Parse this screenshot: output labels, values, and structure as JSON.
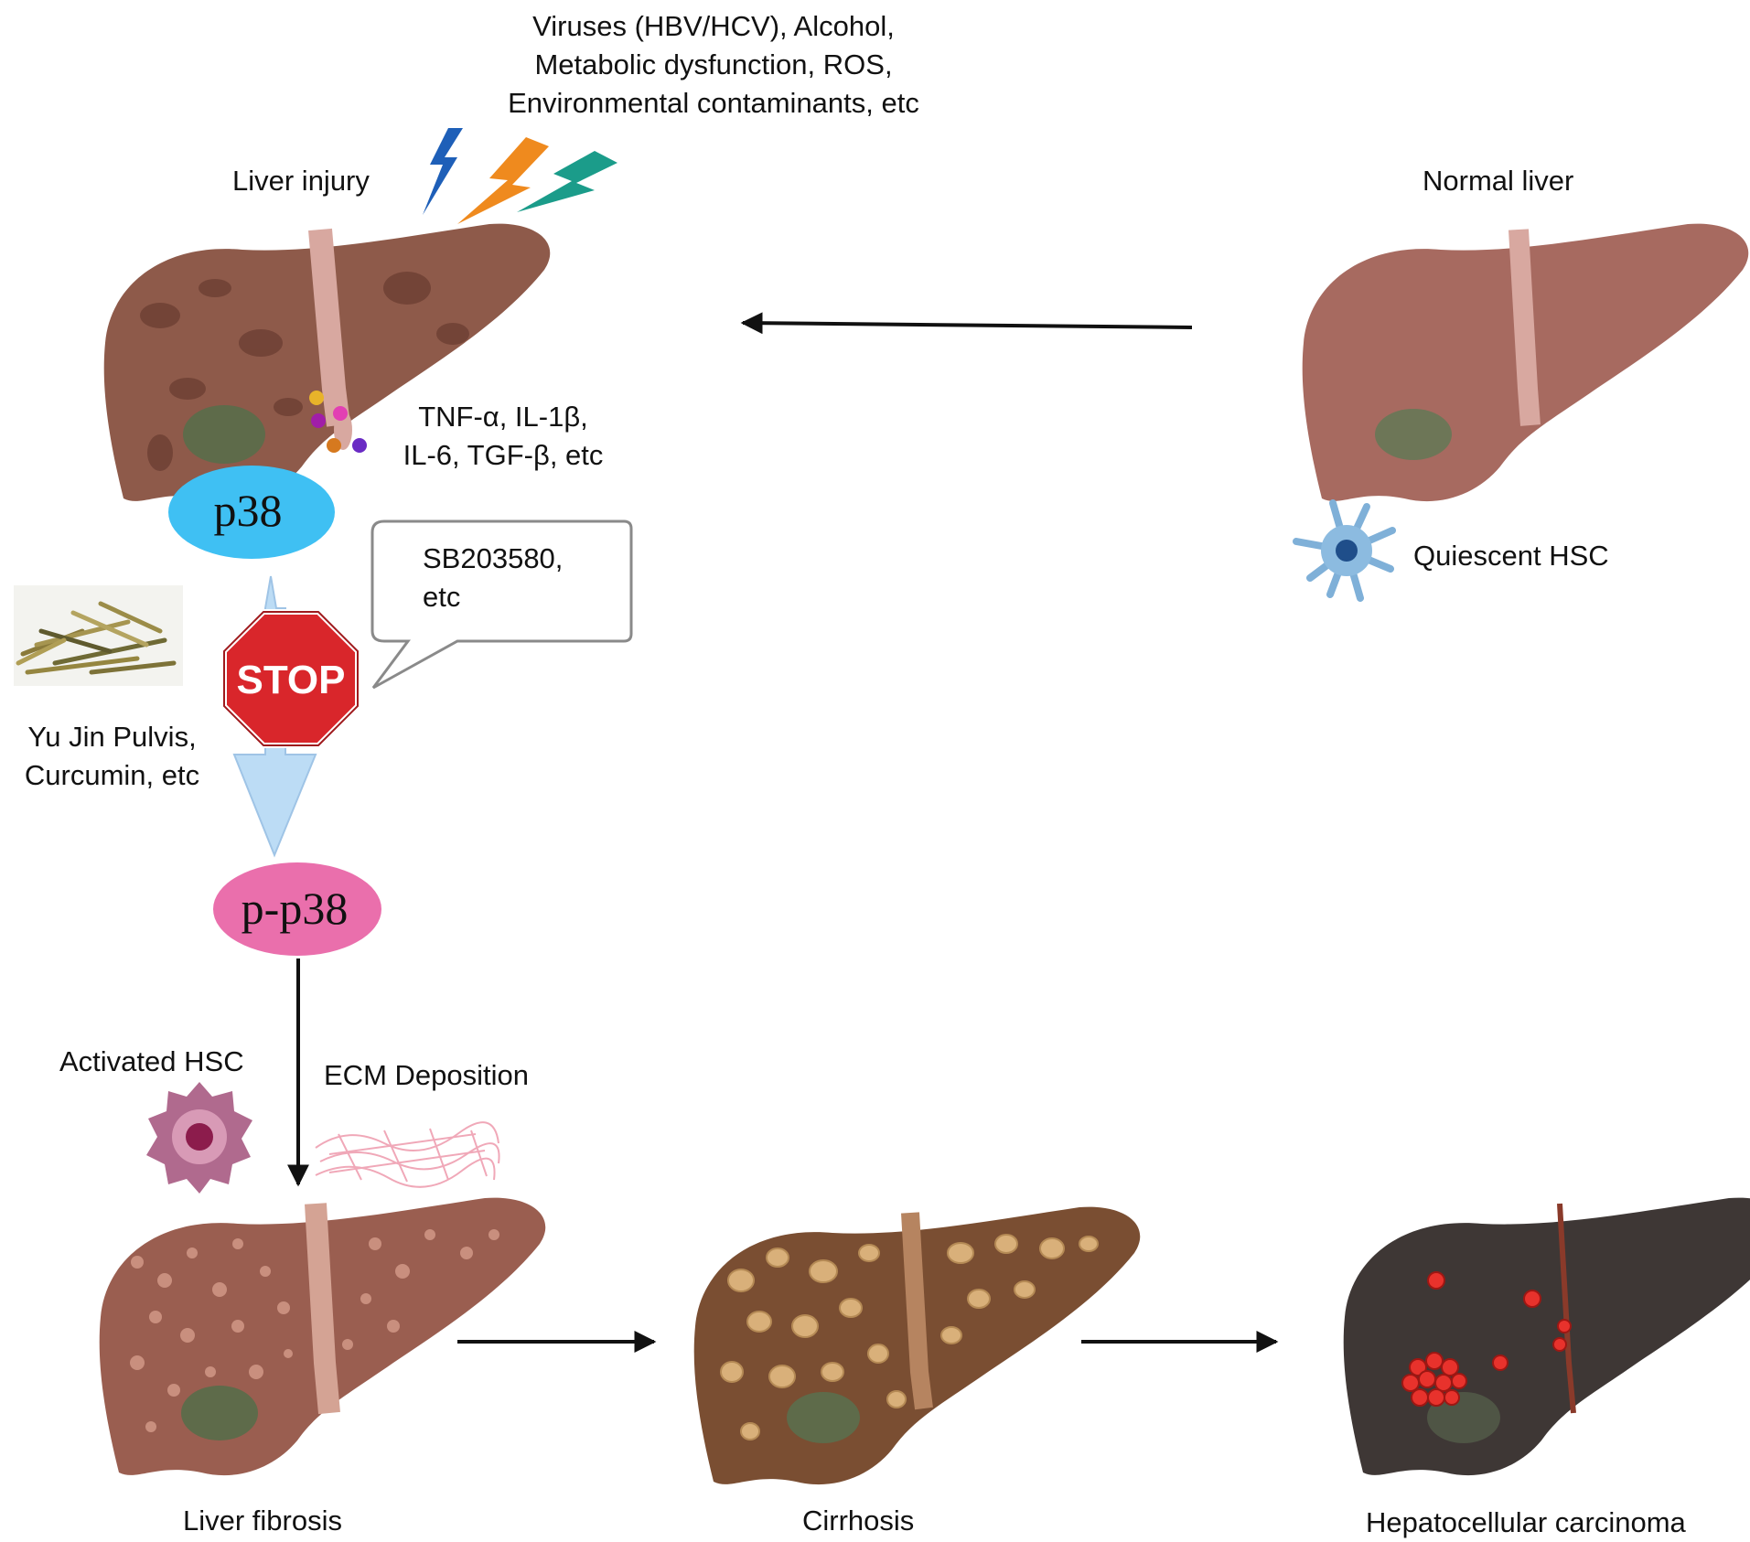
{
  "triggers": {
    "line1": "Viruses (HBV/HCV), Alcohol,",
    "line2": "Metabolic dysfunction, ROS,",
    "line3": "Environmental contaminants, etc"
  },
  "liver_injury": {
    "label": "Liver injury"
  },
  "normal_liver": {
    "label": "Normal liver"
  },
  "quiescent_hsc": {
    "label": "Quiescent HSC"
  },
  "cytokines": {
    "line1": "TNF-α, IL-1β,",
    "line2": "IL-6, TGF-β, etc"
  },
  "p38": {
    "label": "p38",
    "color": "#3fc0f3"
  },
  "inhibitor_callout": {
    "line1": "SB203580,",
    "line2": "etc"
  },
  "stop_sign": {
    "label": "STOP",
    "color": "#d9262b"
  },
  "herbal": {
    "line1": "Yu Jin Pulvis,",
    "line2": "Curcumin, etc"
  },
  "pp38": {
    "label": "p-p38",
    "color": "#ea6fac"
  },
  "activated_hsc": {
    "label": "Activated HSC"
  },
  "ecm": {
    "label": "ECM Deposition"
  },
  "stages": {
    "fibrosis": "Liver fibrosis",
    "cirrhosis": "Cirrhosis",
    "hcc": "Hepatocellular carcinoma"
  }
}
